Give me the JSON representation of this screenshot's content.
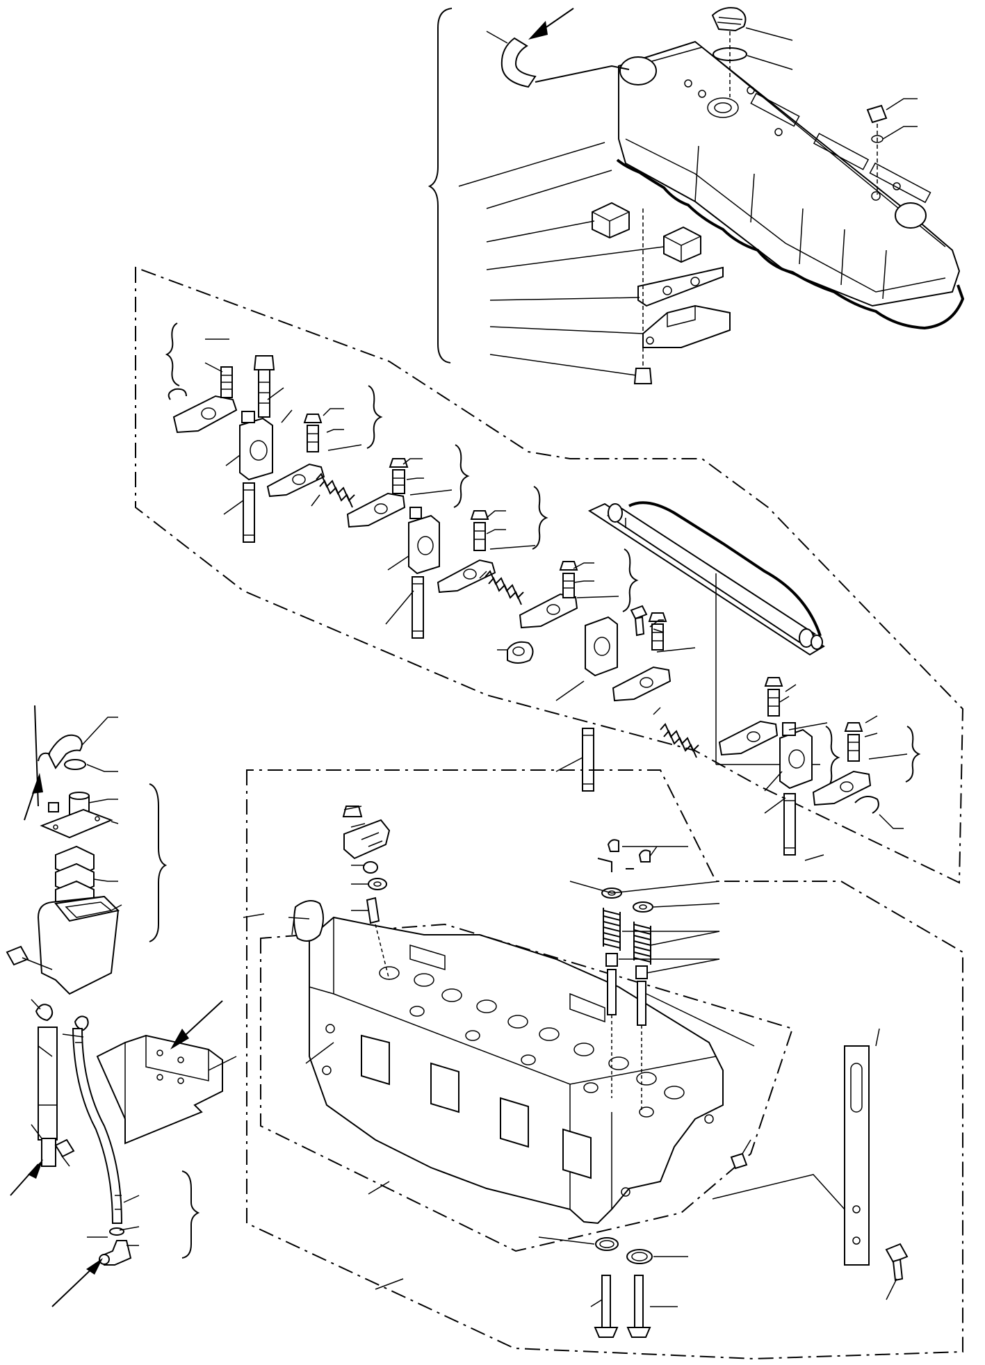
{
  "figure": {
    "kind": "exploded-parts-diagram",
    "subject_components": [
      "cylinder-head-cover",
      "oil-filler-cap",
      "rocker-arm-assembly",
      "rocker-shaft",
      "cylinder-head",
      "valves-and-springs",
      "breather-pipe",
      "lifting-bracket"
    ],
    "callout_labels_printed": false,
    "line_color": "#000000",
    "background_color": "#ffffff"
  }
}
